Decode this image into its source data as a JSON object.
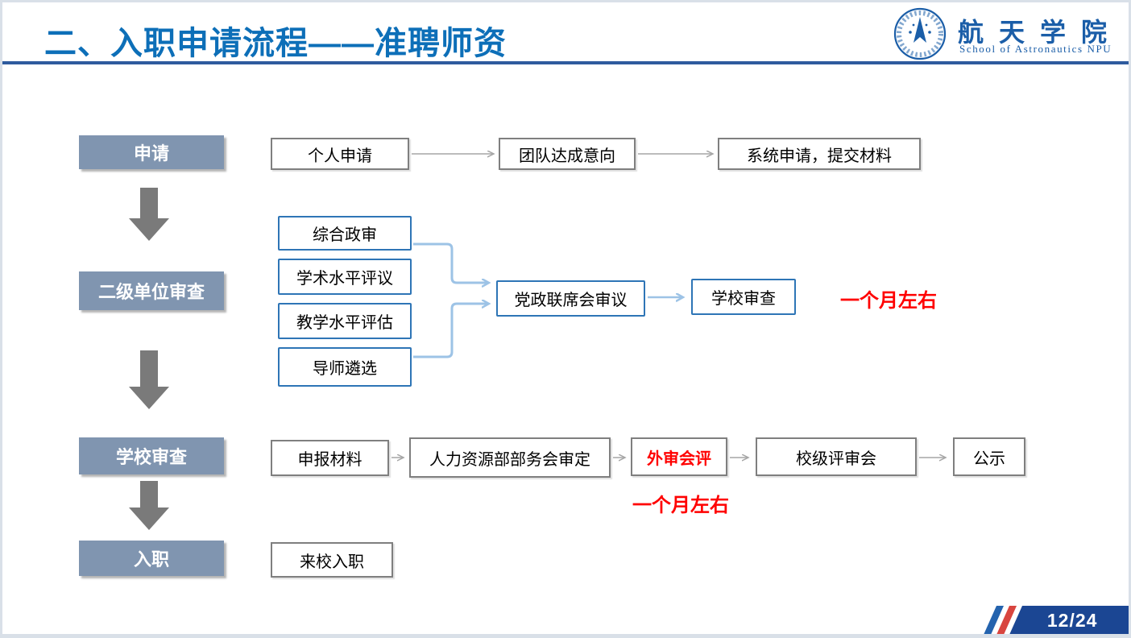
{
  "slide": {
    "title": "二、入职申请流程——准聘师资",
    "page_number": "12/24"
  },
  "logo": {
    "name_cn": "航天学院",
    "name_en": "School of Astronautics NPU",
    "emblem": "rocket-circle-emblem"
  },
  "colors": {
    "title_blue": "#0d6fb8",
    "rule_blue": "#2e5b9e",
    "stage_fill": "#8095b0",
    "blue_box_border": "#2e75b6",
    "connector_light_blue": "#9dc3e6",
    "gray_arrow": "#a6a6a6",
    "block_arrow_gray": "#7a7a7a",
    "note_red": "#ff0000",
    "badge_navy": "#1b4693",
    "stripe_red": "#d8453f",
    "stripe_blue": "#2463ae"
  },
  "flow": {
    "stages": [
      "申请",
      "二级单位审查",
      "学校审查",
      "入职"
    ],
    "apply_steps": [
      "个人申请",
      "团队达成意向",
      "系统申请，提交材料"
    ],
    "unit_review_items": [
      "综合政审",
      "学术水平评议",
      "教学水平评估",
      "导师遴选"
    ],
    "unit_review_meeting": "党政联席会审议",
    "unit_review_result": "学校审查",
    "note_unit_review": "一个月左右",
    "school_review_steps": [
      "申报材料",
      "人力资源部部务会审定",
      "外审会评",
      "校级评审会",
      "公示"
    ],
    "school_review_highlight": "外审会评",
    "note_school_review": "一个月左右",
    "onboarding_step": "来校入职"
  }
}
